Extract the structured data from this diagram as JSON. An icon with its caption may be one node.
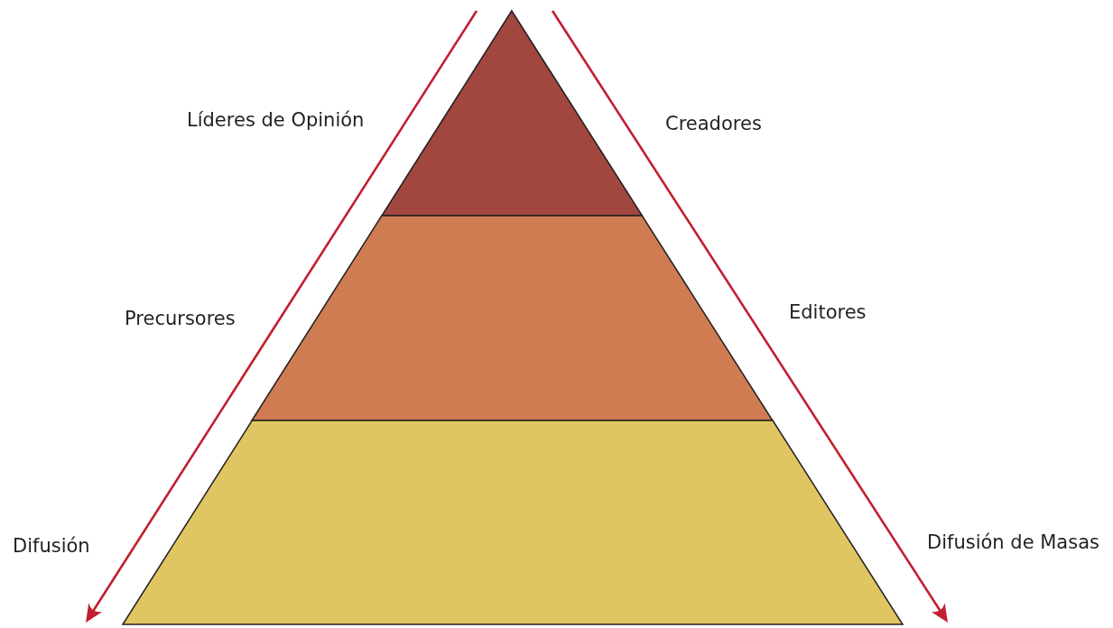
{
  "diagram": {
    "nodes": [
      {
        "text": [],
        "shape": "triangle",
        "beside": [
          "Líderes de Opinión",
          "Creadores"
        ]
      },
      {
        "text": [],
        "shape": "trapezoid",
        "beside": [
          "Precursores",
          "Editores"
        ]
      },
      {
        "text": [],
        "shape": "trapezoid",
        "beside": [
          "Difusión",
          "Difusión de Masas"
        ]
      }
    ]
  }
}
